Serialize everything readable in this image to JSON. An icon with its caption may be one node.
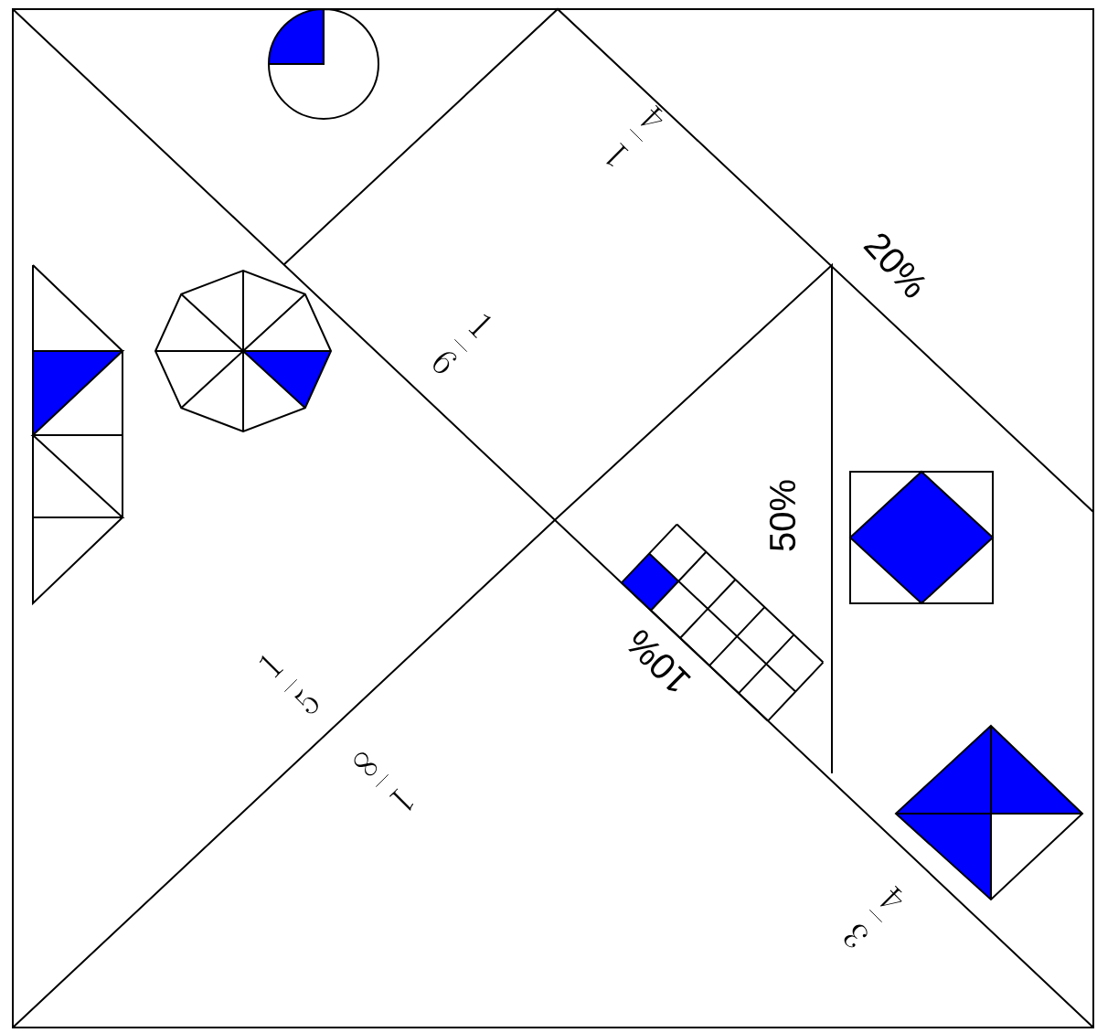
{
  "diagram": {
    "labels": [
      "\\frac{1}{4}",
      "20%",
      "\\frac{1}{6}",
      "50%",
      "10%",
      "\\frac{1}{5}",
      "\\frac{1}{8}",
      "\\frac{3}{4}"
    ]
  }
}
